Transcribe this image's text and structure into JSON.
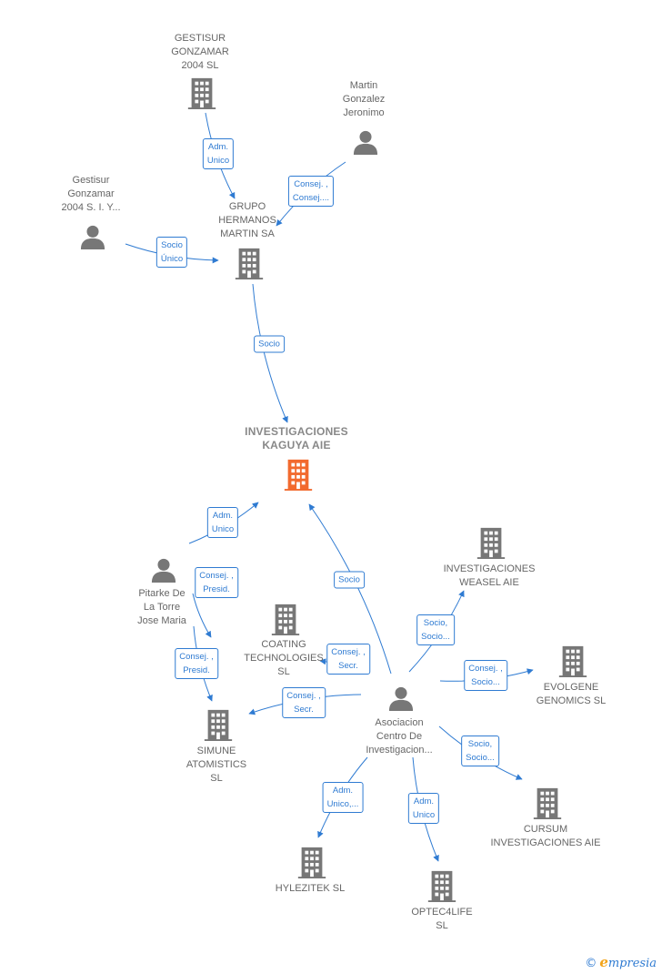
{
  "colors": {
    "edge": "#2f7bd2",
    "node_gray": "#777777",
    "node_main": "#f26a2e"
  },
  "nodes": {
    "gestisur_gonzamar_sl": {
      "label": "GESTISUR\nGONZAMAR\n2004  SL",
      "type": "company"
    },
    "martin_gonzalez": {
      "label": "Martin\nGonzalez\nJeronimo",
      "type": "person"
    },
    "gestisur_person": {
      "label": "Gestisur\nGonzamar\n2004 S. I. Y...",
      "type": "person"
    },
    "grupo_hermanos": {
      "label": "GRUPO\nHERMANOS\nMARTIN SA",
      "type": "company"
    },
    "kaguya": {
      "label": "INVESTIGACIONES\nKAGUYA AIE",
      "type": "company-main"
    },
    "pitarke": {
      "label": "Pitarke De\nLa Torre\nJose Maria",
      "type": "person"
    },
    "coating": {
      "label": "COATING\nTECHNOLOGIES\nSL",
      "type": "company"
    },
    "weasel": {
      "label": "INVESTIGACIONES\nWEASEL AIE",
      "type": "company"
    },
    "evolgene": {
      "label": "EVOLGENE\nGENOMICS  SL",
      "type": "company"
    },
    "asociacion": {
      "label": "Asociacion\nCentro De\nInvestigacion...",
      "type": "person"
    },
    "simune": {
      "label": "SIMUNE\nATOMISTICS\nSL",
      "type": "company"
    },
    "cursum": {
      "label": "CURSUM\nINVESTIGACIONES AIE",
      "type": "company"
    },
    "hylezitek": {
      "label": "HYLEZITEK  SL",
      "type": "company"
    },
    "optec4life": {
      "label": "OPTEC4LIFE\nSL",
      "type": "company"
    }
  },
  "relations": [
    {
      "from": "gestisur_gonzamar_sl",
      "to": "grupo_hermanos",
      "label": "Adm.\nUnico"
    },
    {
      "from": "martin_gonzalez",
      "to": "grupo_hermanos",
      "label": "Consej. ,\nConsej...."
    },
    {
      "from": "gestisur_person",
      "to": "grupo_hermanos",
      "label": "Socio\nÚnico"
    },
    {
      "from": "grupo_hermanos",
      "to": "kaguya",
      "label": "Socio"
    },
    {
      "from": "pitarke",
      "to": "kaguya",
      "label": "Adm.\nUnico"
    },
    {
      "from": "pitarke",
      "to": "simune",
      "label": "Consej. ,\nPresid."
    },
    {
      "from": "pitarke",
      "to": "simune",
      "label": "Consej. ,\nPresid."
    },
    {
      "from": "asociacion",
      "to": "kaguya",
      "label": "Socio"
    },
    {
      "from": "asociacion",
      "to": "coating",
      "label": "Consej. ,\nSecr."
    },
    {
      "from": "asociacion",
      "to": "simune",
      "label": "Consej. ,\nSecr."
    },
    {
      "from": "asociacion",
      "to": "weasel",
      "label": "Socio,\nSocio..."
    },
    {
      "from": "asociacion",
      "to": "evolgene",
      "label": "Consej. ,\nSocio..."
    },
    {
      "from": "asociacion",
      "to": "cursum",
      "label": "Socio,\nSocio..."
    },
    {
      "from": "asociacion",
      "to": "hylezitek",
      "label": "Adm.\nUnico,..."
    },
    {
      "from": "asociacion",
      "to": "optec4life",
      "label": "Adm.\nUnico"
    }
  ],
  "watermark": {
    "copyright": "©",
    "brand_first": "e",
    "brand_rest": "mpresia"
  }
}
